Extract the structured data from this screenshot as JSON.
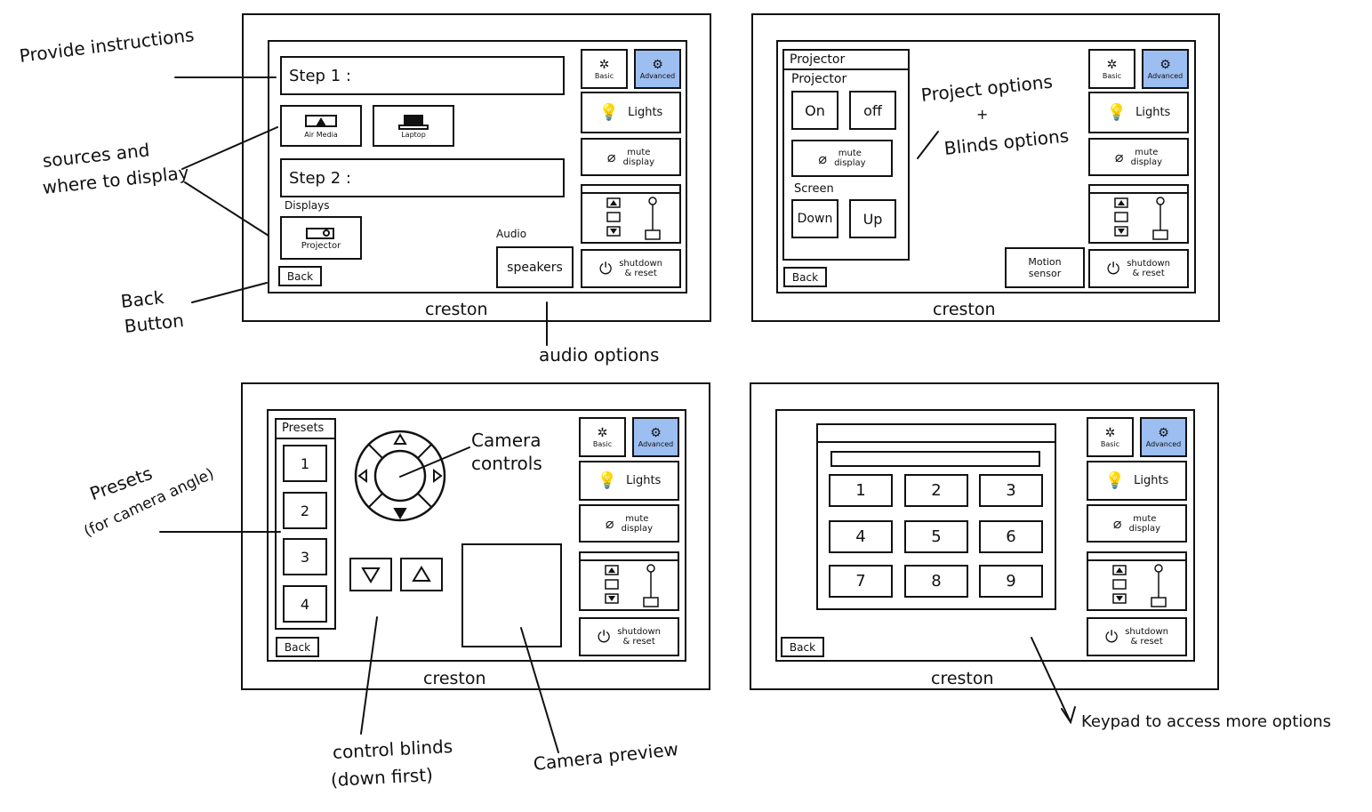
{
  "annotations": {
    "provide_instructions": "Provide instructions",
    "sources_line1": "sources and",
    "sources_line2": "where to display",
    "back_line1": "Back",
    "back_line2": "Button",
    "audio_options": "audio options",
    "project_options_line1": "Project options",
    "project_options_plus": "+",
    "project_options_line2": "Blinds options",
    "presets_line1": "Presets",
    "presets_line2": "(for camera angle)",
    "camera_controls_line1": "Camera",
    "camera_controls_line2": "controls",
    "control_blinds_line1": "control blinds",
    "control_blinds_line2": "(down first)",
    "camera_preview": "Camera preview",
    "keypad_note": "Keypad to access more options"
  },
  "sidebar": {
    "basic": "Basic",
    "advanced": "Advanced",
    "lights": "Lights",
    "mute_line1": "mute",
    "mute_line2": "display",
    "shutdown_line1": "shutdown",
    "shutdown_line2": "& reset"
  },
  "common": {
    "brand": "creston",
    "back": "Back"
  },
  "screen1": {
    "step1": "Step 1 :",
    "step2": "Step 2 :",
    "airmedia": "Air Media",
    "laptop": "Laptop",
    "displays_label": "Displays",
    "projector": "Projector",
    "audio_label": "Audio",
    "speakers": "speakers"
  },
  "screen2": {
    "panel_title": "Projector",
    "projector_label": "Projector",
    "on": "On",
    "off": "off",
    "mute_line1": "mute",
    "mute_line2": "display",
    "screen_label": "Screen",
    "down": "Down",
    "up": "Up",
    "motion_line1": "Motion",
    "motion_line2": "sensor"
  },
  "screen3": {
    "presets_title": "Presets",
    "presets": [
      "1",
      "2",
      "3",
      "4"
    ]
  },
  "screen4": {
    "keys": [
      "1",
      "2",
      "3",
      "4",
      "5",
      "6",
      "7",
      "8",
      "9"
    ]
  }
}
